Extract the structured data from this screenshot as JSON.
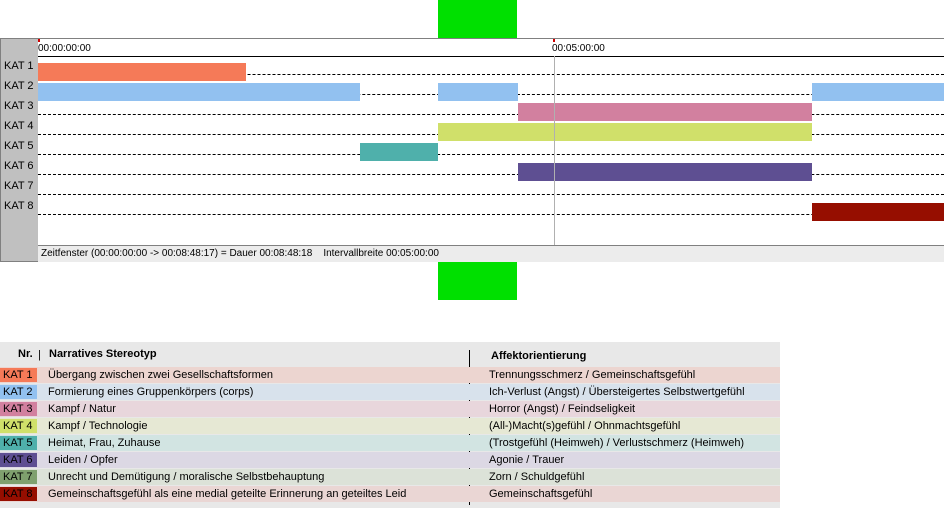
{
  "timeline": {
    "ticks": [
      "00:00:00:00",
      "00:05:00:00"
    ],
    "lanes": [
      "KAT 1",
      "KAT 2",
      "KAT 3",
      "KAT 4",
      "KAT 5",
      "KAT 6",
      "KAT 7",
      "KAT 8"
    ],
    "status": {
      "zeitfenster": "Zeitfenster (00:00:00:00 -> 00:08:48:17) = Dauer 00:08:48:18",
      "intervall": "Intervallbreite 00:05:00:00"
    },
    "segments": [
      {
        "lane": 0,
        "start_frac": 0.0,
        "end_frac": 0.23,
        "color": "#f57a58"
      },
      {
        "lane": 1,
        "start_frac": 0.0,
        "end_frac": 0.355,
        "color": "#92c1f0"
      },
      {
        "lane": 1,
        "start_frac": 0.442,
        "end_frac": 0.53,
        "color": "#92c1f0"
      },
      {
        "lane": 1,
        "start_frac": 0.854,
        "end_frac": 1.0,
        "color": "#92c1f0"
      },
      {
        "lane": 2,
        "start_frac": 0.53,
        "end_frac": 0.854,
        "color": "#d2809f"
      },
      {
        "lane": 3,
        "start_frac": 0.442,
        "end_frac": 0.854,
        "color": "#d0e06a"
      },
      {
        "lane": 4,
        "start_frac": 0.355,
        "end_frac": 0.442,
        "color": "#4fb0ab"
      },
      {
        "lane": 5,
        "start_frac": 0.53,
        "end_frac": 0.854,
        "color": "#5e4f92"
      },
      {
        "lane": 7,
        "start_frac": 0.854,
        "end_frac": 1.0,
        "color": "#960e00"
      }
    ]
  },
  "legend": {
    "headers": {
      "nr": "Nr.",
      "stereotyp": "Narratives Stereotyp",
      "affekt": "Affektorientierung"
    },
    "rows": [
      {
        "kat": "KAT 1",
        "color": "#f57a58",
        "bg": "#ecd5d0",
        "stereotyp": "Übergang zwischen zwei Gesellschaftsformen",
        "affekt": "Trennungsschmerz / Gemeinschaftsgefühl"
      },
      {
        "kat": "KAT 2",
        "color": "#92c1f0",
        "bg": "#d8e2ec",
        "stereotyp": "Formierung eines Gruppenkörpers (corps)",
        "affekt": "Ich-Verlust (Angst) / Übersteigertes Selbstwertgefühl"
      },
      {
        "kat": "KAT 3",
        "color": "#d2809f",
        "bg": "#e8d6dc",
        "stereotyp": "Kampf / Natur",
        "affekt": "Horror (Angst) / Feindseligkeit"
      },
      {
        "kat": "KAT 4",
        "color": "#d0e06a",
        "bg": "#e6e8d4",
        "stereotyp": "Kampf / Technologie",
        "affekt": "(All-)Macht(s)gefühl / Ohnmachtsgefühl"
      },
      {
        "kat": "KAT 5",
        "color": "#4fb0ab",
        "bg": "#d2e4e2",
        "stereotyp": "Heimat, Frau, Zuhause",
        "affekt": "(Trostgefühl (Heimweh) / Verlustschmerz (Heimweh)"
      },
      {
        "kat": "KAT 6",
        "color": "#5e4f92",
        "bg": "#dcd8e4",
        "stereotyp": "Leiden / Opfer",
        "affekt": "Agonie / Trauer"
      },
      {
        "kat": "KAT 7",
        "color": "#7fa06e",
        "bg": "#dce2d8",
        "stereotyp": "Unrecht und Demütigung / moralische Selbstbehauptung",
        "affekt": "Zorn / Schuldgefühl"
      },
      {
        "kat": "KAT 8",
        "color": "#960e00",
        "bg": "#ead6d4",
        "stereotyp": "Gemeinschaftsgefühl als eine medial geteilte Erinnerung an geteiltes Leid",
        "affekt": "Gemeinschaftsgefühl"
      }
    ]
  }
}
